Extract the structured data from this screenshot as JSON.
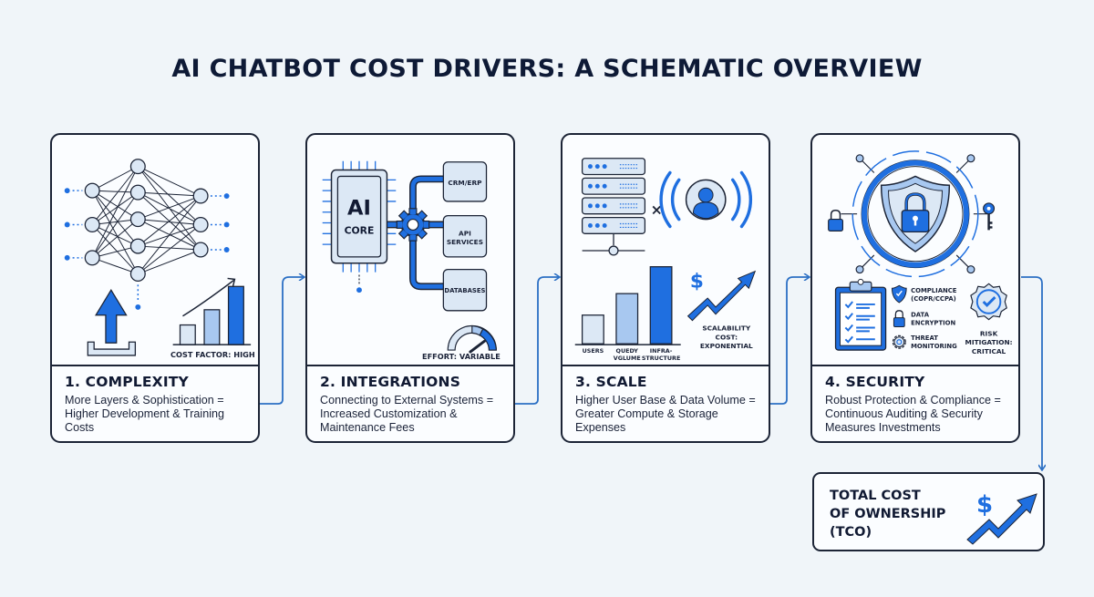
{
  "title": "AI CHATBOT COST DRIVERS: A SCHEMATIC OVERVIEW",
  "colors": {
    "background": "#f0f5f9",
    "accent_blue": "#1f6fe0",
    "light_blue": "#a8c8f0",
    "pale_blue": "#dce8f5",
    "outline": "#1c2436",
    "text": "#111a33"
  },
  "cards": [
    {
      "title": "1. COMPLEXITY",
      "description": "More Layers & Sophistication = Higher Development & Training Costs",
      "illustration": {
        "icons": [
          "neural-network-icon",
          "upload-arrow-icon",
          "rising-bar-chart-icon"
        ],
        "label": "COST FACTOR: HIGH",
        "bars": [
          {
            "value": 1,
            "color": "pale"
          },
          {
            "value": 2,
            "color": "light"
          },
          {
            "value": 3.5,
            "color": "accent"
          }
        ]
      }
    },
    {
      "title": "2. INTEGRATIONS",
      "description": "Connecting to External Systems = Increased Customization & Maintenance Fees",
      "illustration": {
        "core_line1": "AI",
        "core_line2": "CORE",
        "systems": [
          "CRM/ERP",
          "API SERVICES",
          "DATABASES"
        ],
        "icons": [
          "cpu-chip-icon",
          "gear-icon",
          "gauge-icon"
        ],
        "label": "EFFORT: VARIABLE"
      }
    },
    {
      "title": "3. SCALE",
      "description": "Higher User Base & Data Volume = Greater Compute & Storage Expenses",
      "illustration": {
        "icons": [
          "server-rack-icon",
          "multiply-icon",
          "user-broadcast-icon",
          "dollar-trend-up-icon"
        ],
        "multiply_symbol": "×",
        "bar_labels": [
          "USERS",
          "QUEDY VGLUME",
          "INFRA-STRUCTURE"
        ],
        "bar_label_lines": [
          [
            "USERS"
          ],
          [
            "QUEDY",
            "VGLUME"
          ],
          [
            "INFRA-",
            "STRUCTURE"
          ]
        ],
        "bars": [
          {
            "label": "USERS",
            "value": 1
          },
          {
            "label": "QUEDY VGLUME",
            "value": 2
          },
          {
            "label": "INFRA-STRUCTURE",
            "value": 3.5
          }
        ],
        "dollar_symbol": "$",
        "label_lines": [
          "SCALABILITY",
          "COST:",
          "EXPONENTIAL"
        ]
      }
    },
    {
      "title": "4. SECURITY",
      "description": "Robust Protection & Compliance = Continuous Auditing & Security Measures Investments",
      "illustration": {
        "icons": [
          "shield-lock-icon",
          "padlock-icon",
          "key-icon",
          "clipboard-checklist-icon",
          "verified-badge-icon"
        ],
        "items": [
          {
            "icon": "shield-check-icon",
            "lines": [
              "COMPLIANCE",
              "(COPR/CCPA)"
            ]
          },
          {
            "icon": "padlock-icon",
            "lines": [
              "DATA",
              "ENCRYPTION"
            ]
          },
          {
            "icon": "gear-icon",
            "lines": [
              "THREAT",
              "MONITORING"
            ]
          }
        ],
        "risk_lines": [
          "RISK",
          "MITIGATION:",
          "CRITICAL"
        ]
      }
    }
  ],
  "tco": {
    "lines": [
      "TOTAL COST",
      "OF OWNERSHIP",
      "(TCO)"
    ],
    "dollar_symbol": "$",
    "icon": "dollar-trend-up-icon"
  }
}
